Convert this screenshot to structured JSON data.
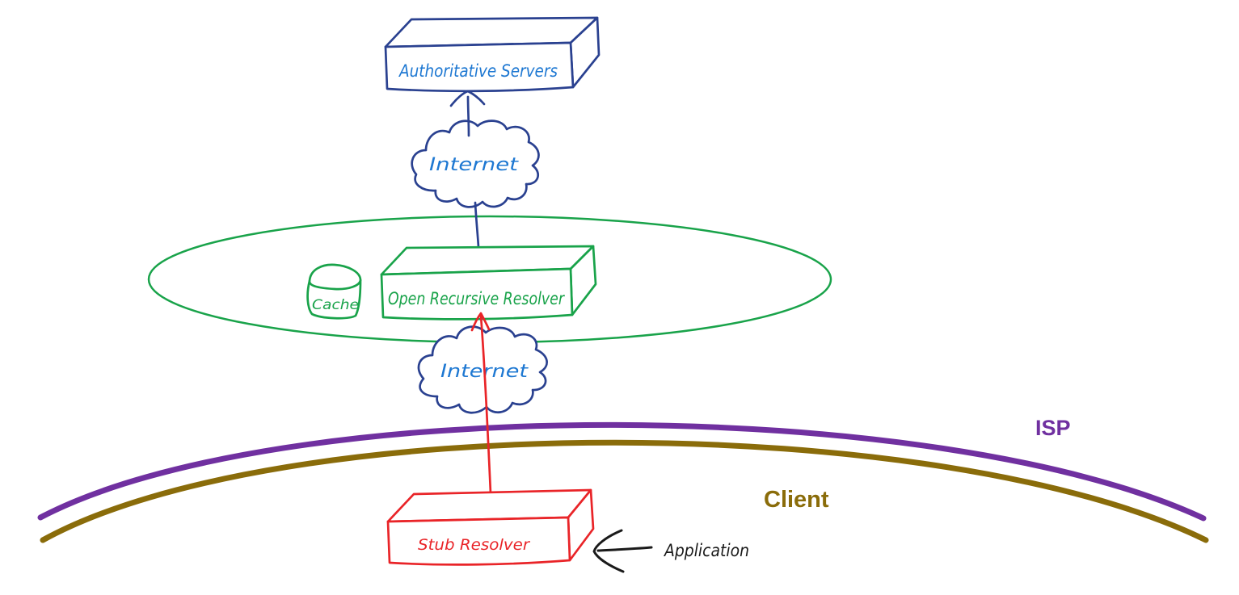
{
  "diagram": {
    "nodes": {
      "authoritative_servers": {
        "label": "Authoritative Servers"
      },
      "internet_top": {
        "label": "Internet"
      },
      "cache": {
        "label": "Cache"
      },
      "open_recursive_resolver": {
        "label": "Open Recursive Resolver"
      },
      "internet_bottom": {
        "label": "Internet"
      },
      "stub_resolver": {
        "label": "Stub Resolver"
      },
      "application": {
        "label": "Application"
      }
    },
    "regions": {
      "isp": {
        "label": "ISP"
      },
      "client": {
        "label": "Client"
      }
    },
    "colors": {
      "outline_navy": "#2a4190",
      "label_blue": "#1e78d2",
      "green": "#19a34a",
      "red": "#e92428",
      "isp_purple": "#7030a0",
      "client_olive": "#8a6c0a",
      "black": "#1a1a1a",
      "background": "#ffffff"
    }
  }
}
